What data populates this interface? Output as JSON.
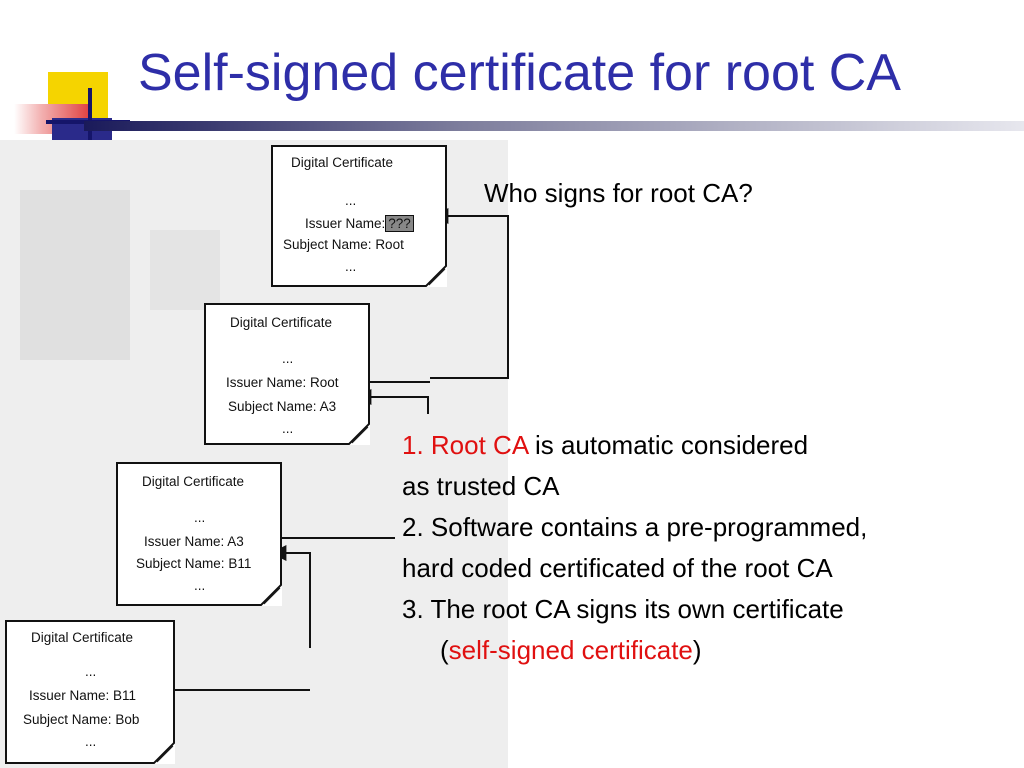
{
  "title": "Self-signed certificate for root CA",
  "question": "Who signs for root CA?",
  "certificates": [
    {
      "heading": "Digital Certificate",
      "dots_top": "...",
      "issuer_label": "Issuer Name:",
      "issuer_value": "???",
      "subject_label": "Subject Name:",
      "subject_value": "Root",
      "dots_bottom": "..."
    },
    {
      "heading": "Digital Certificate",
      "dots_top": "...",
      "issuer_label": "Issuer Name:",
      "issuer_value": "Root",
      "subject_label": "Subject Name:",
      "subject_value": "A3",
      "dots_bottom": "..."
    },
    {
      "heading": "Digital Certificate",
      "dots_top": "...",
      "issuer_label": "Issuer Name:",
      "issuer_value": "A3",
      "subject_label": "Subject Name:",
      "subject_value": "B11",
      "dots_bottom": "..."
    },
    {
      "heading": "Digital Certificate",
      "dots_top": "...",
      "issuer_label": "Issuer Name:",
      "issuer_value": "B11",
      "subject_label": "Subject Name:",
      "subject_value": "Bob",
      "dots_bottom": "..."
    }
  ],
  "points": {
    "p1_highlight": "1. Root CA",
    "p1_rest": " is automatic considered",
    "p1_line2": "as trusted CA",
    "p2_line1": "2. Software contains a pre-programmed,",
    "p2_line2": "hard coded certificated of the root CA",
    "p3_line1": "3. The root CA signs its own certificate",
    "p3_open": "(",
    "p3_highlight": "self-signed certificate",
    "p3_close": ")"
  },
  "colors": {
    "title": "#2e2ea8",
    "highlight": "#e01010"
  }
}
